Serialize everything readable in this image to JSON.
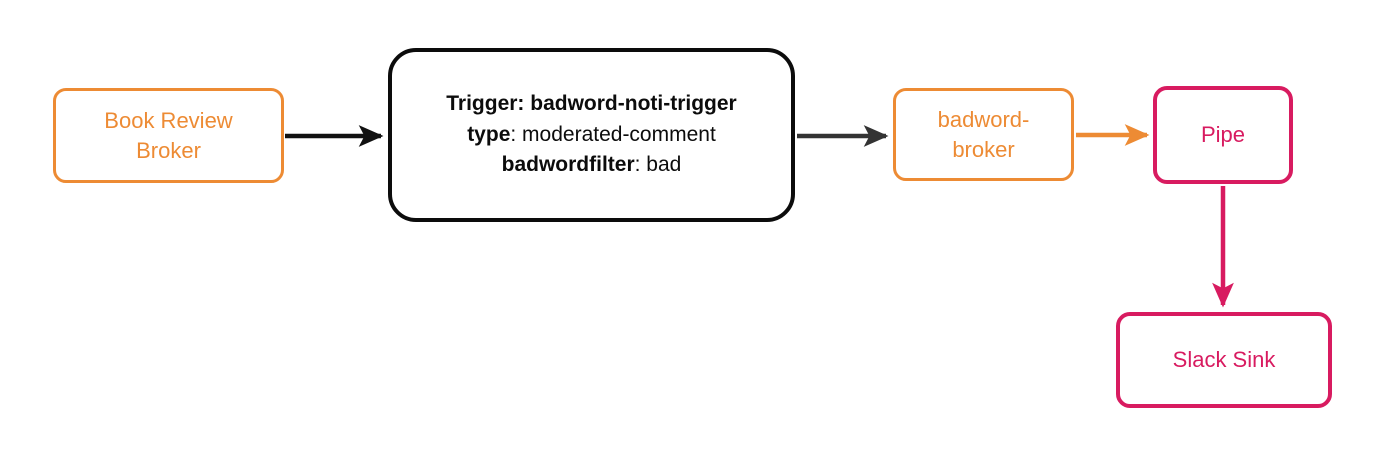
{
  "diagram": {
    "type": "flow-diagram",
    "background": "#ffffff",
    "colors": {
      "orange": "#ED8B34",
      "crimson": "#D81B60",
      "black": "#0c0c0c",
      "dark_arrow": "#333333"
    },
    "nodes": [
      {
        "id": "book-review-broker",
        "label": "Book Review\nBroker",
        "style": "orange-rounded-box",
        "color": "#ED8B34"
      },
      {
        "id": "badword-noti-trigger",
        "style": "black-rounded-box",
        "color": "#0c0c0c",
        "lines": [
          {
            "bold": "Trigger: badword-noti-trigger",
            "plain": ""
          },
          {
            "bold": "type",
            "plain": ": moderated-comment"
          },
          {
            "bold": "badwordfilter",
            "plain": ": bad"
          }
        ]
      },
      {
        "id": "badword-broker",
        "label": "badword-\nbroker",
        "style": "orange-rounded-box",
        "color": "#ED8B34"
      },
      {
        "id": "pipe",
        "label": "Pipe",
        "style": "crimson-rounded-box",
        "color": "#D81B60"
      },
      {
        "id": "slack-sink",
        "label": "Slack Sink",
        "style": "crimson-rounded-box",
        "color": "#D81B60"
      }
    ],
    "edges": [
      {
        "id": "edge-broker-to-trigger",
        "from": "book-review-broker",
        "to": "badword-noti-trigger",
        "color": "#111111",
        "direction": "right"
      },
      {
        "id": "edge-trigger-to-badword",
        "from": "badword-noti-trigger",
        "to": "badword-broker",
        "color": "#333333",
        "direction": "right"
      },
      {
        "id": "edge-badword-to-pipe",
        "from": "badword-broker",
        "to": "pipe",
        "color": "#ED8B34",
        "direction": "right"
      },
      {
        "id": "edge-pipe-to-slack",
        "from": "pipe",
        "to": "slack-sink",
        "color": "#D81B60",
        "direction": "down"
      }
    ]
  }
}
